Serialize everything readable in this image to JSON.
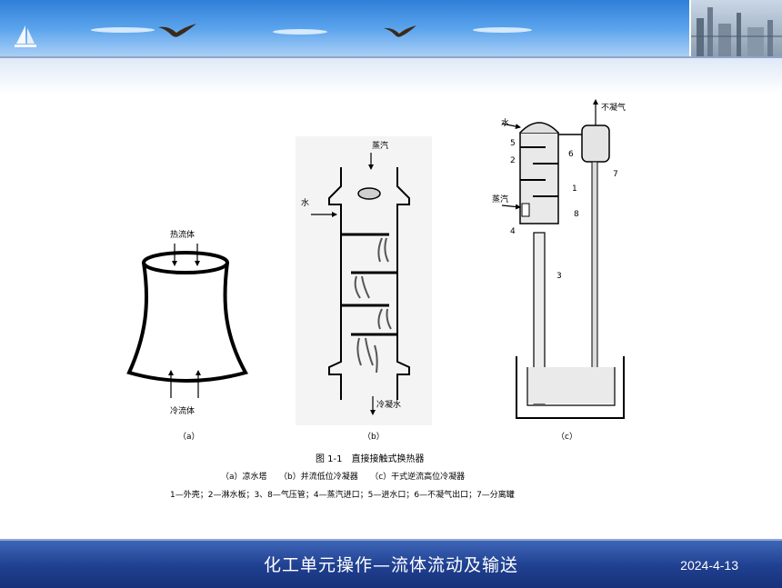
{
  "figure": {
    "title": "图 1-1　直接接触式换热器",
    "legend_line": "（a）凉水塔　　（b）并流低位冷凝器　　（c）干式逆流高位冷凝器",
    "parts_line": "1—外壳；2—淋水板；3、8—气压管；4—蒸汽进口；5—进水口；6—不凝气出口；7—分离罐",
    "panel_a": {
      "label": "（a）",
      "hot_fluid": "热流体",
      "cold_fluid": "冷流体"
    },
    "panel_b": {
      "label": "（b）",
      "steam": "蒸汽",
      "water": "水",
      "condensate": "冷凝水"
    },
    "panel_c": {
      "label": "（c）",
      "noncondensable": "不凝气",
      "water": "水",
      "steam": "蒸汽",
      "numbers": [
        "1",
        "2",
        "3",
        "4",
        "5",
        "6",
        "7",
        "8"
      ]
    }
  },
  "footer": {
    "title": "化工单元操作—流体流动及输送",
    "date": "2024-4-13"
  },
  "colors": {
    "header": "#4a90e2",
    "footer": "#1f3f8f"
  },
  "icons": [
    "sailboat-icon",
    "bird-icon",
    "factory-image"
  ]
}
